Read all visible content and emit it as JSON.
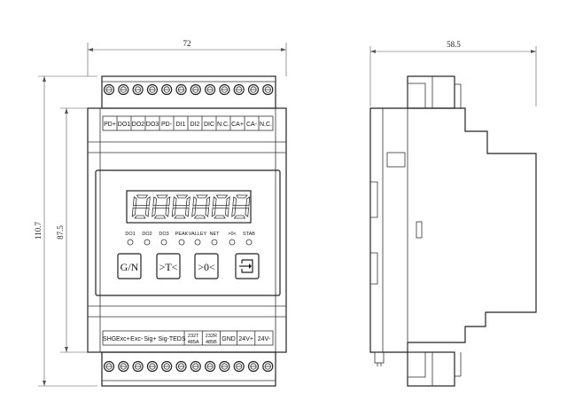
{
  "dimensions": {
    "front_width": "72",
    "side_depth": "58.5",
    "total_height": "110.7",
    "body_height": "87.5"
  },
  "top_terminal_labels": [
    "PD+",
    "DO1",
    "DO2",
    "DO3",
    "PD-",
    "DI1",
    "DI2",
    "DIC",
    "N.C.",
    "CA+",
    "CA-",
    "N.C."
  ],
  "bottom_terminal_labels": {
    "left": [
      "SHG",
      "Exc+",
      "Exc-",
      "Sig+",
      "Sig-",
      "TEDS"
    ],
    "pair1_top": "232T",
    "pair1_bottom": "485A",
    "pair2_top": "232R",
    "pair2_bottom": "485B",
    "gnd": "GND",
    "v_pos": "24V+",
    "v_neg": "24V-"
  },
  "display": {
    "digits": "888888"
  },
  "indicators": [
    "DO1",
    "DO2",
    "DO3",
    "PEAK",
    "VALLEY",
    "NET",
    ">0<",
    "STAB"
  ],
  "buttons": [
    {
      "label": "G/N",
      "icon": "gross-net"
    },
    {
      "label": ">T<",
      "icon": "tare"
    },
    {
      "label": ">0<",
      "icon": "zero"
    },
    {
      "label": "",
      "icon": "enter-icon"
    }
  ]
}
